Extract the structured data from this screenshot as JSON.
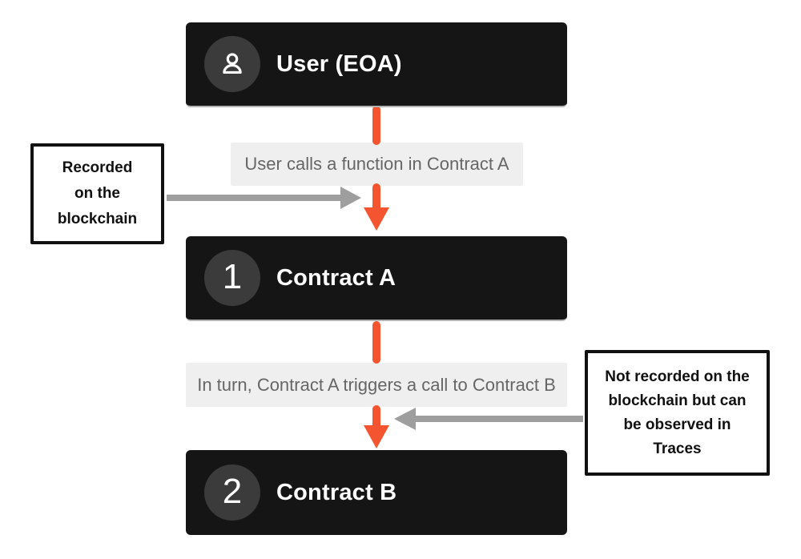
{
  "diagram": {
    "title": "Contract call flow diagram",
    "colors": {
      "accent_orange": "#F4542F",
      "node_background": "#151515",
      "badge_background": "#3B3B3B",
      "flow_label_background": "#EFEFEF",
      "flow_label_text": "#666666",
      "arrow_gray": "#9E9E9E",
      "note_border": "#111111"
    },
    "nodes": {
      "user": {
        "title": "User (EOA)",
        "icon": "user-icon"
      },
      "contract_a": {
        "title": "Contract A",
        "badge": "1"
      },
      "contract_b": {
        "title": "Contract B",
        "badge": "2"
      }
    },
    "flow_labels": {
      "call1": "User calls a function in Contract A",
      "call2": "In turn, Contract A triggers a call to Contract B"
    },
    "notes": {
      "left": {
        "lines": [
          "Recorded",
          "on the",
          "blockchain"
        ]
      },
      "right": {
        "lines": [
          "Not recorded on the",
          "blockchain but can",
          "be observed in",
          "Traces"
        ]
      }
    }
  }
}
